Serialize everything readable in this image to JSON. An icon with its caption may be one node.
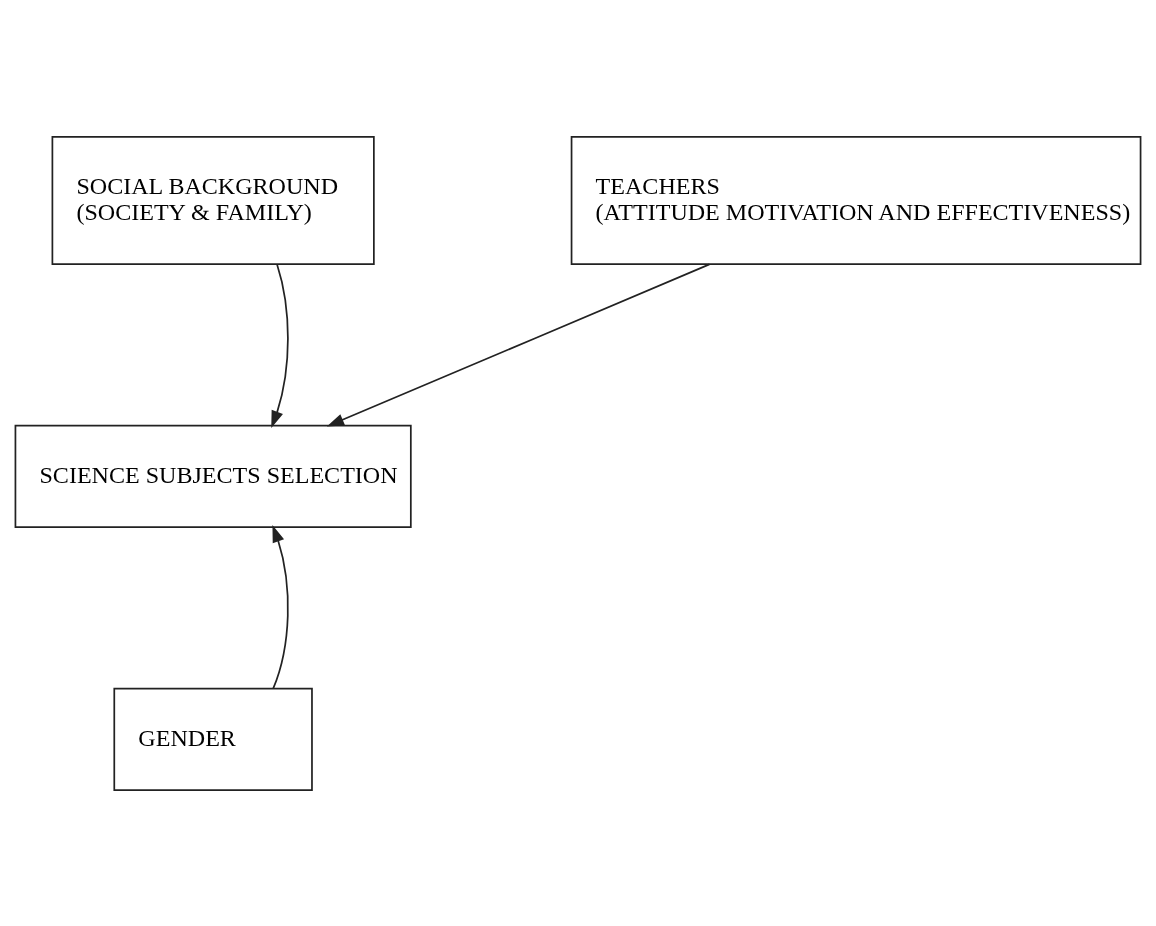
{
  "diagram": {
    "nodes": [
      {
        "text": [
          "SOCIAL BACKGROUND",
          "(SOCIETY & FAMILY)"
        ]
      },
      {
        "text": [
          "TEACHERS",
          "(ATTITUDE MOTIVATION AND EFFECTIVENESS)"
        ]
      },
      {
        "text": [
          "SCIENCE SUBJECTS SELECTION"
        ]
      },
      {
        "text": [
          "GENDER"
        ]
      }
    ],
    "edges": [
      {
        "from": 0,
        "to": 2,
        "arrow": "to"
      },
      {
        "from": 1,
        "to": 2,
        "arrow": "to"
      },
      {
        "from": 3,
        "to": 2,
        "arrow": "to"
      }
    ]
  }
}
